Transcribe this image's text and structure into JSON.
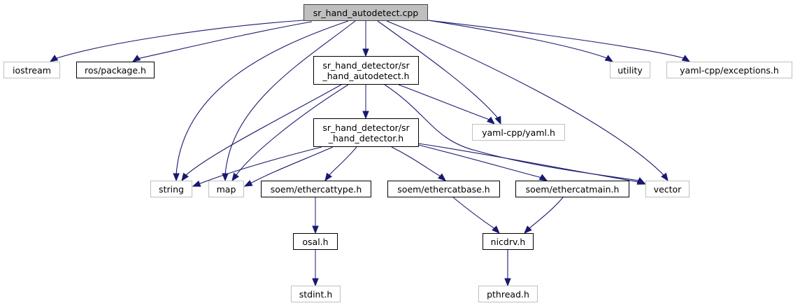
{
  "diagram": {
    "title": "sr_hand_autodetect.cpp",
    "colors": {
      "edge": "#191970",
      "root_fill": "#bfbfbf",
      "documented_border": "#000000",
      "external_border": "#bfbfbf"
    },
    "nodes": {
      "root": {
        "label": "sr_hand_autodetect.cpp",
        "kind": "root"
      },
      "iostream": {
        "label": "iostream",
        "kind": "external"
      },
      "ros_package": {
        "label": "ros/package.h",
        "kind": "documented"
      },
      "autodetect_h": {
        "label": "sr_hand_detector/sr\n_hand_autodetect.h",
        "kind": "documented"
      },
      "utility": {
        "label": "utility",
        "kind": "external"
      },
      "yaml_exceptions": {
        "label": "yaml-cpp/exceptions.h",
        "kind": "external"
      },
      "detector_h": {
        "label": "sr_hand_detector/sr\n_hand_detector.h",
        "kind": "documented"
      },
      "yaml_h": {
        "label": "yaml-cpp/yaml.h",
        "kind": "external"
      },
      "string": {
        "label": "string",
        "kind": "external"
      },
      "map": {
        "label": "map",
        "kind": "external"
      },
      "ethercattype": {
        "label": "soem/ethercattype.h",
        "kind": "documented"
      },
      "ethercatbase": {
        "label": "soem/ethercatbase.h",
        "kind": "documented"
      },
      "ethercatmain": {
        "label": "soem/ethercatmain.h",
        "kind": "documented"
      },
      "vector": {
        "label": "vector",
        "kind": "external"
      },
      "osal": {
        "label": "osal.h",
        "kind": "documented"
      },
      "nicdrv": {
        "label": "nicdrv.h",
        "kind": "documented"
      },
      "stdint": {
        "label": "stdint.h",
        "kind": "external"
      },
      "pthread": {
        "label": "pthread.h",
        "kind": "external"
      }
    },
    "edges": [
      [
        "root",
        "iostream"
      ],
      [
        "root",
        "ros_package"
      ],
      [
        "root",
        "autodetect_h"
      ],
      [
        "root",
        "string"
      ],
      [
        "root",
        "map"
      ],
      [
        "root",
        "yaml_h"
      ],
      [
        "root",
        "vector"
      ],
      [
        "root",
        "utility"
      ],
      [
        "root",
        "yaml_exceptions"
      ],
      [
        "autodetect_h",
        "detector_h"
      ],
      [
        "autodetect_h",
        "string"
      ],
      [
        "autodetect_h",
        "map"
      ],
      [
        "autodetect_h",
        "yaml_h"
      ],
      [
        "autodetect_h",
        "vector"
      ],
      [
        "detector_h",
        "string"
      ],
      [
        "detector_h",
        "map"
      ],
      [
        "detector_h",
        "ethercattype"
      ],
      [
        "detector_h",
        "ethercatbase"
      ],
      [
        "detector_h",
        "ethercatmain"
      ],
      [
        "detector_h",
        "vector"
      ],
      [
        "ethercattype",
        "osal"
      ],
      [
        "ethercatbase",
        "nicdrv"
      ],
      [
        "ethercatmain",
        "nicdrv"
      ],
      [
        "osal",
        "stdint"
      ],
      [
        "nicdrv",
        "pthread"
      ]
    ]
  }
}
